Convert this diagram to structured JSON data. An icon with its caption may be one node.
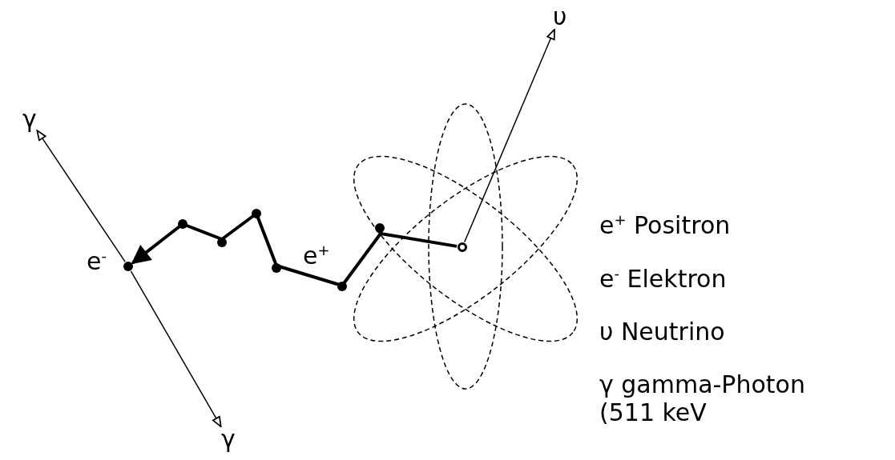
{
  "diagram": {
    "nodes": [
      {
        "text": [],
        "shape": "circle"
      },
      {
        "text": [],
        "shape": "circle",
        "beside": [
          "e$^{-}$"
        ]
      },
      {
        "text": [
          "υ"
        ]
      },
      {
        "text": [
          "γ"
        ]
      },
      {
        "text": [
          "γ"
        ]
      }
    ],
    "edges": [
      {
        "from": 0,
        "to": 1,
        "arrow": "to",
        "style": "thick",
        "label": "e$^{+}$"
      },
      {
        "from": 0,
        "to": 2,
        "arrow": "to"
      },
      {
        "from": 1,
        "to": 3,
        "arrow": "to"
      },
      {
        "from": 1,
        "to": 4,
        "arrow": "to"
      }
    ],
    "labels": [
      "e$^{+}$ Positron",
      "e$^{-}$ Elektron",
      "υ Neutrino",
      "γ gamma-Photon (511 keV"
    ]
  }
}
